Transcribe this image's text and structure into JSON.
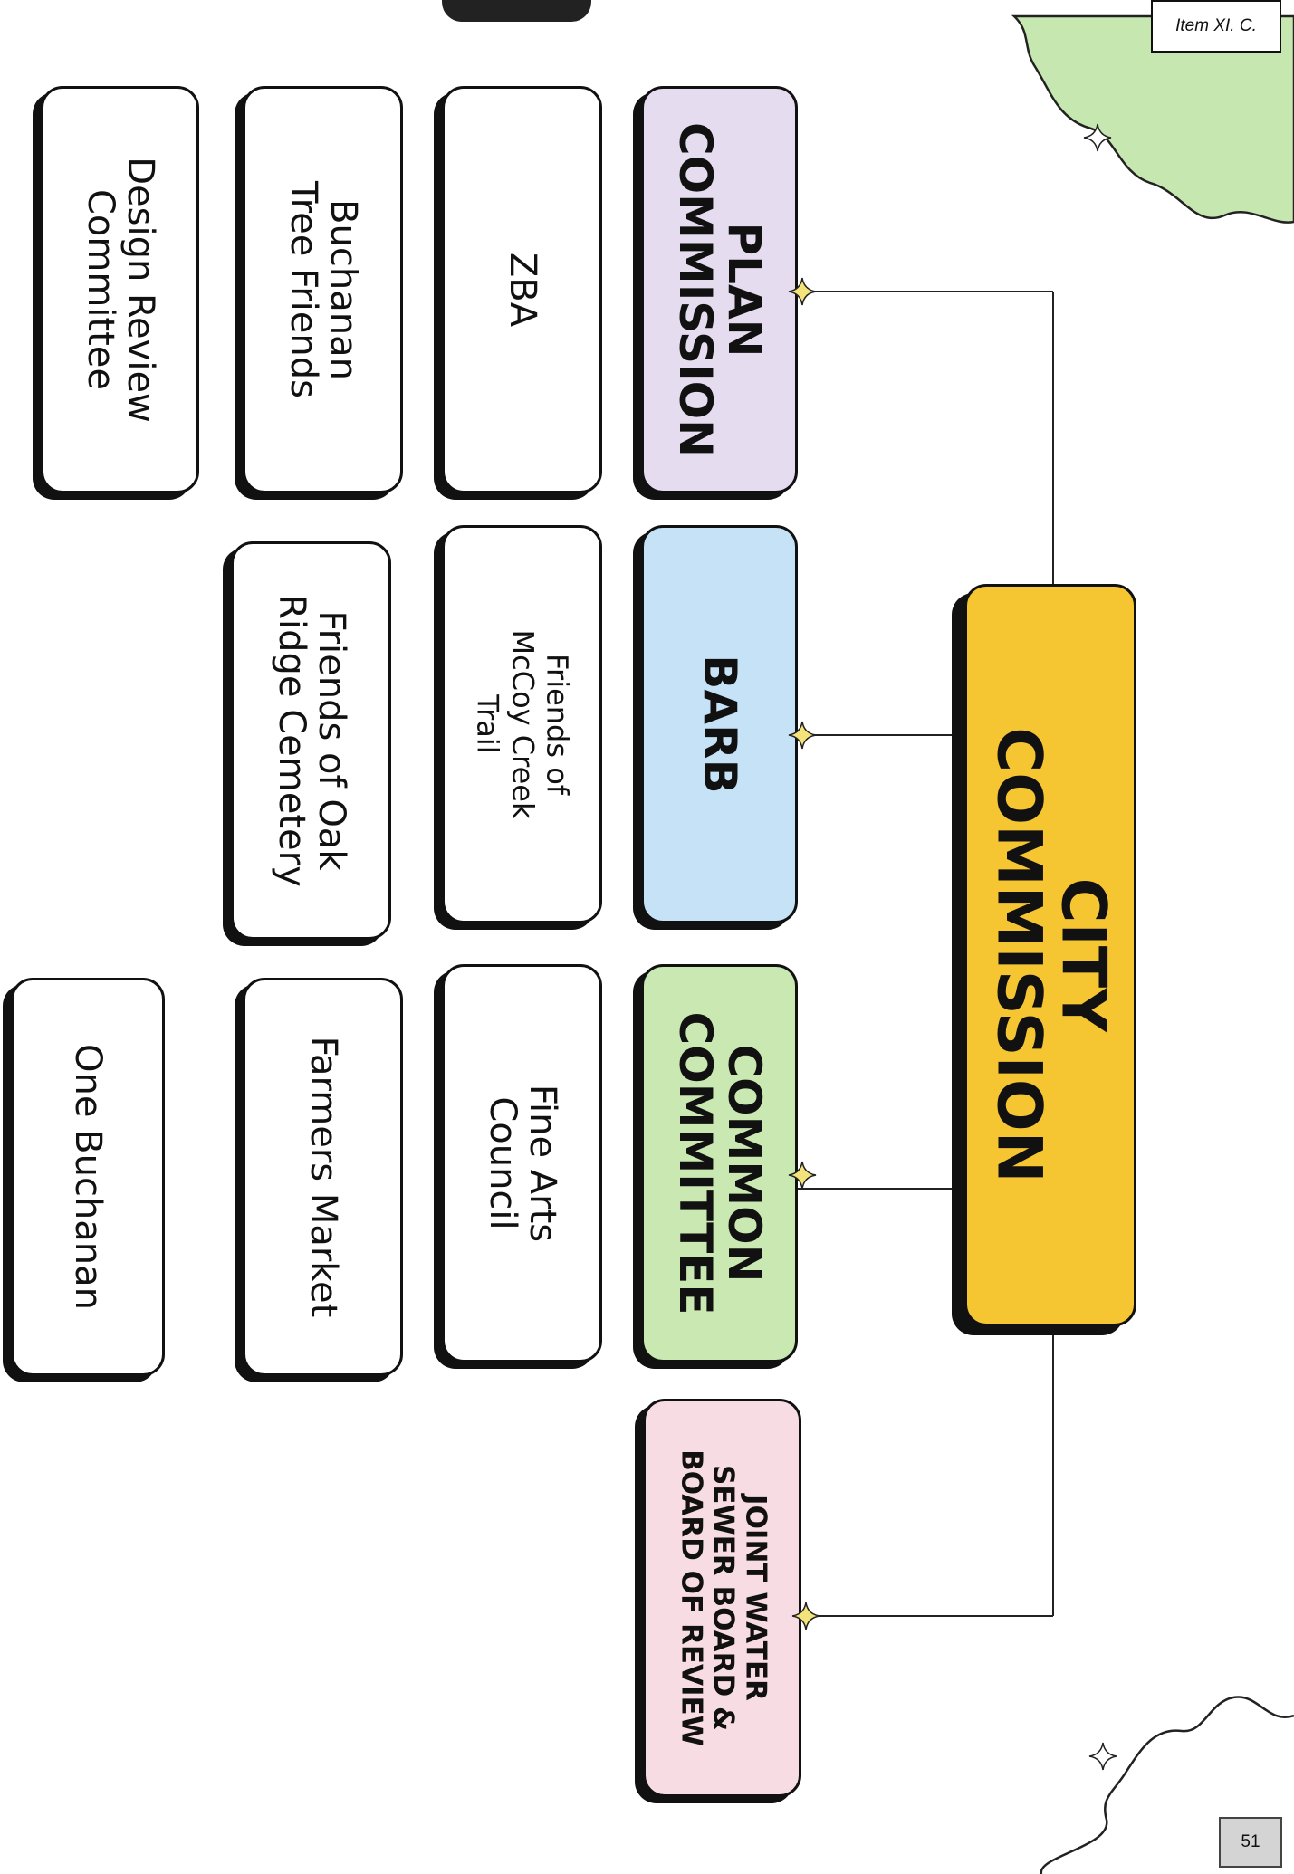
{
  "header": {
    "item_tag": "Item XI. C."
  },
  "footer": {
    "page_number": "51"
  },
  "colors": {
    "city": "#f6c532",
    "plan": "#e6dcf0",
    "barb": "#c5e2f6",
    "common": "#c9e8b2",
    "joint": "#f8dce3",
    "blob_green": "#c6e8b0",
    "line": "#222222",
    "star": "#f4e27a"
  },
  "chart": {
    "root": "CITY\nCOMMISSION",
    "branches": [
      {
        "label": "PLAN\nCOMMISSION",
        "children": [
          "ZBA",
          "Buchanan\nTree Friends",
          "Design Review\nCommittee"
        ]
      },
      {
        "label": "BARB",
        "children": [
          "Friends of\nMcCoy Creek\nTrail",
          "Friends of Oak\nRidge Cemetery"
        ]
      },
      {
        "label": "COMMON\nCOMMITTEE",
        "children": [
          "Fine Arts\nCouncil",
          "Farmers Market",
          "One Buchanan"
        ]
      },
      {
        "label": "JOINT WATER\nSEWER BOARD &\nBOARD OF REVIEW",
        "children": []
      }
    ]
  }
}
